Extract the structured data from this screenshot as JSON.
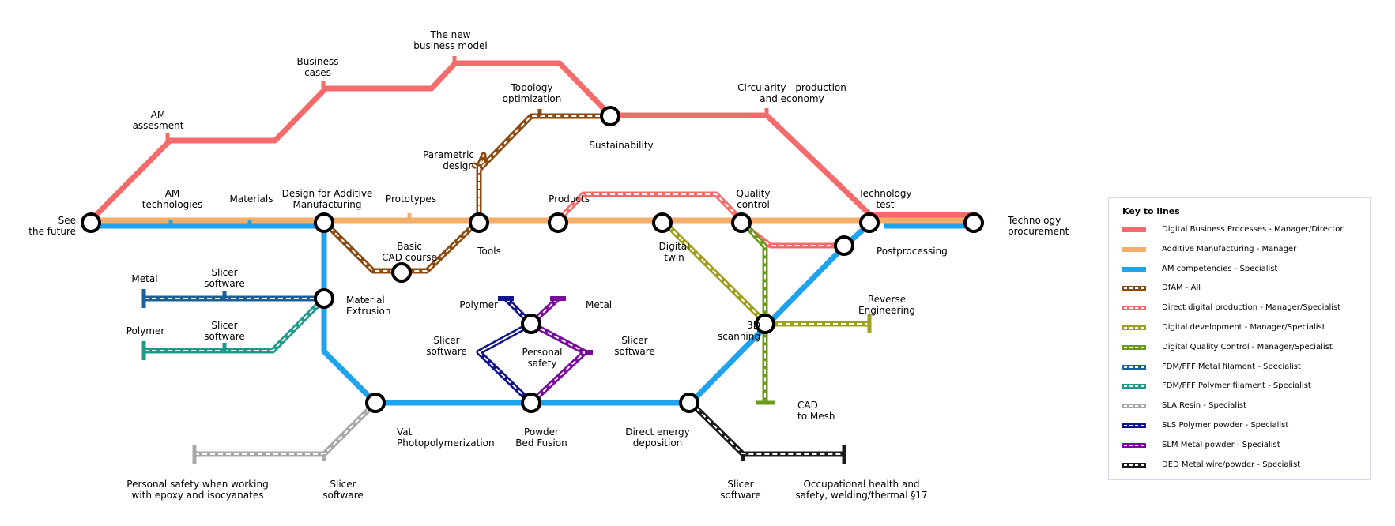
{
  "lines": [
    {
      "id": "digital-business",
      "color": "#f56b6b",
      "dashed": false
    },
    {
      "id": "am-manager",
      "color": "#f5ad6a",
      "dashed": false
    },
    {
      "id": "am-specialist",
      "color": "#1fa3ee",
      "dashed": false
    },
    {
      "id": "dfam",
      "color": "#8b4a0f",
      "dashed": true
    },
    {
      "id": "direct-digital",
      "color": "#f56b6b",
      "dashed": true
    },
    {
      "id": "digital-dev",
      "color": "#a0a020",
      "dashed": true
    },
    {
      "id": "digital-qc",
      "color": "#6a9a1a",
      "dashed": true
    },
    {
      "id": "fdm-metal",
      "color": "#1d5f96",
      "dashed": true
    },
    {
      "id": "fdm-polymer",
      "color": "#1e9a8a",
      "dashed": true
    },
    {
      "id": "sla",
      "color": "#a8a8a8",
      "dashed": true
    },
    {
      "id": "sls-polymer",
      "color": "#12148c",
      "dashed": true
    },
    {
      "id": "slm-metal",
      "color": "#7a0a9a",
      "dashed": true
    },
    {
      "id": "ded",
      "color": "#1a1a1a",
      "dashed": true
    }
  ],
  "stations": {
    "see_future": "See\nthe future",
    "am_assesment": "AM\nassesment",
    "business_cases": "Business\ncases",
    "new_business_model": "The new\nbusiness model",
    "topology_optimization": "Topology\noptimization",
    "sustainability": "Sustainability",
    "circularity": "Circularity - production\nand economy",
    "technology_test": "Technology\ntest",
    "technology_procurement": "Technology\nprocurement",
    "am_technologies": "AM\ntechnologies",
    "materials": "Materials",
    "design_for_am": "Design for Additive\nManufacturing",
    "prototypes": "Prototypes",
    "parametric_design": "Parametric\ndesign",
    "products": "Products",
    "quality_control": "Quality\ncontrol",
    "tools": "Tools",
    "basic_cad": "Basic\nCAD course",
    "digital_twin": "Digital\ntwin",
    "postprocessing": "Postprocessing",
    "metal_fdm": "Metal",
    "slicer_fdm_metal": "Slicer\nsoftware",
    "material_extrusion": "Material\nExtrusion",
    "polymer_fdm": "Polymer",
    "slicer_fdm_polymer": "Slicer\nsoftware",
    "polymer_sls": "Polymer",
    "metal_slm": "Metal",
    "slicer_sls": "Slicer\nsoftware",
    "personal_safety": "Personal\nsafety",
    "slicer_slm": "Slicer\nsoftware",
    "reverse_engineering": "Reverse\nEngineering",
    "scanning_3d": "3D\nscanning",
    "cad_to_mesh": "CAD\nto Mesh",
    "vat_photo": "Vat\nPhotopolymerization",
    "powder_bed": "Powder\nBed Fusion",
    "direct_energy": "Direct energy\ndeposition",
    "personal_safety_epoxy": "Personal safety when working\nwith epoxy and isocyanates",
    "slicer_sla": "Slicer\nsoftware",
    "slicer_ded": "Slicer\nsoftware",
    "occupational_health": "Occupational health and\nsafety, welding/thermal §17"
  },
  "legend": {
    "title": "Key to lines",
    "items": [
      {
        "label": "Digital Business Processes - Manager/Director",
        "color": "#f56b6b",
        "dashed": false
      },
      {
        "label": "Additive Manufacturing - Manager",
        "color": "#f5ad6a",
        "dashed": false
      },
      {
        "label": "AM competencies - Specialist",
        "color": "#1fa3ee",
        "dashed": false
      },
      {
        "label": "DfAM - All",
        "color": "#8b4a0f",
        "dashed": true
      },
      {
        "label": "Direct digital production - Manager/Specialist",
        "color": "#f56b6b",
        "dashed": true
      },
      {
        "label": "Digital development - Manager/Specialist",
        "color": "#a0a020",
        "dashed": true
      },
      {
        "label": "Digital Quality Control - Manager/Specialist",
        "color": "#6a9a1a",
        "dashed": true
      },
      {
        "label": "FDM/FFF Metal filament - Specialist",
        "color": "#1d5f96",
        "dashed": true
      },
      {
        "label": "FDM/FFF Polymer filament - Specialist",
        "color": "#1e9a8a",
        "dashed": true
      },
      {
        "label": "SLA Resin - Specialist",
        "color": "#a8a8a8",
        "dashed": true
      },
      {
        "label": "SLS Polymer powder - Specialist",
        "color": "#12148c",
        "dashed": true
      },
      {
        "label": "SLM Metal powder - Specialist",
        "color": "#7a0a9a",
        "dashed": true
      },
      {
        "label": "DED Metal wire/powder - Specialist",
        "color": "#1a1a1a",
        "dashed": true
      }
    ]
  }
}
